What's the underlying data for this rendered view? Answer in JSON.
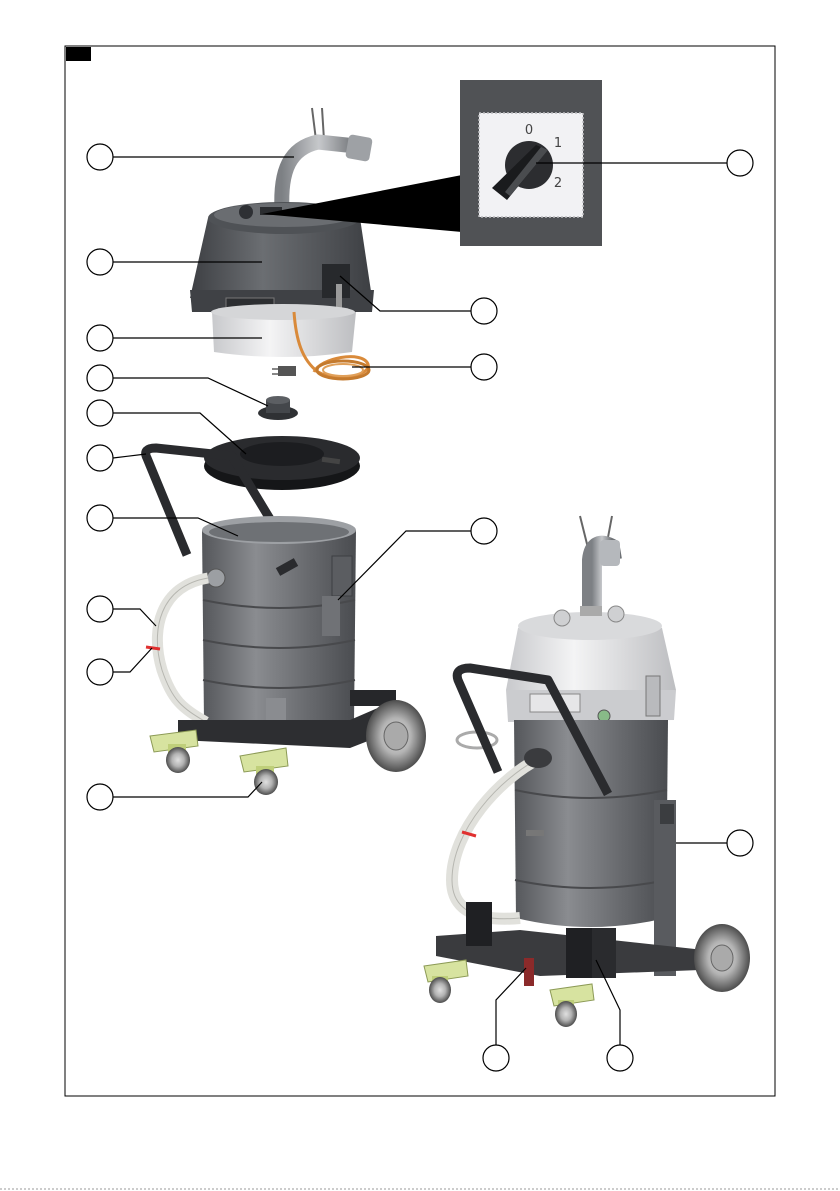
{
  "switch_panel": {
    "positions": [
      "0",
      "1",
      "2"
    ]
  },
  "callouts": [
    {
      "id": "callout-1"
    },
    {
      "id": "callout-2"
    },
    {
      "id": "callout-3"
    },
    {
      "id": "callout-4"
    },
    {
      "id": "callout-5"
    },
    {
      "id": "callout-6"
    },
    {
      "id": "callout-7"
    },
    {
      "id": "callout-8"
    },
    {
      "id": "callout-9"
    },
    {
      "id": "callout-10"
    },
    {
      "id": "callout-11"
    },
    {
      "id": "callout-12"
    },
    {
      "id": "callout-13"
    },
    {
      "id": "callout-14"
    },
    {
      "id": "callout-15"
    },
    {
      "id": "callout-16"
    },
    {
      "id": "callout-17"
    }
  ],
  "colors": {
    "body_dark": "#5f6164",
    "head_dark": "#55585c",
    "head_light": "#e6e6e8",
    "caster_yellow": "#d7e3a0",
    "cable_orange": "#d98a3a",
    "hose": "#dcdcd8",
    "hose_mark": "#e03030"
  }
}
